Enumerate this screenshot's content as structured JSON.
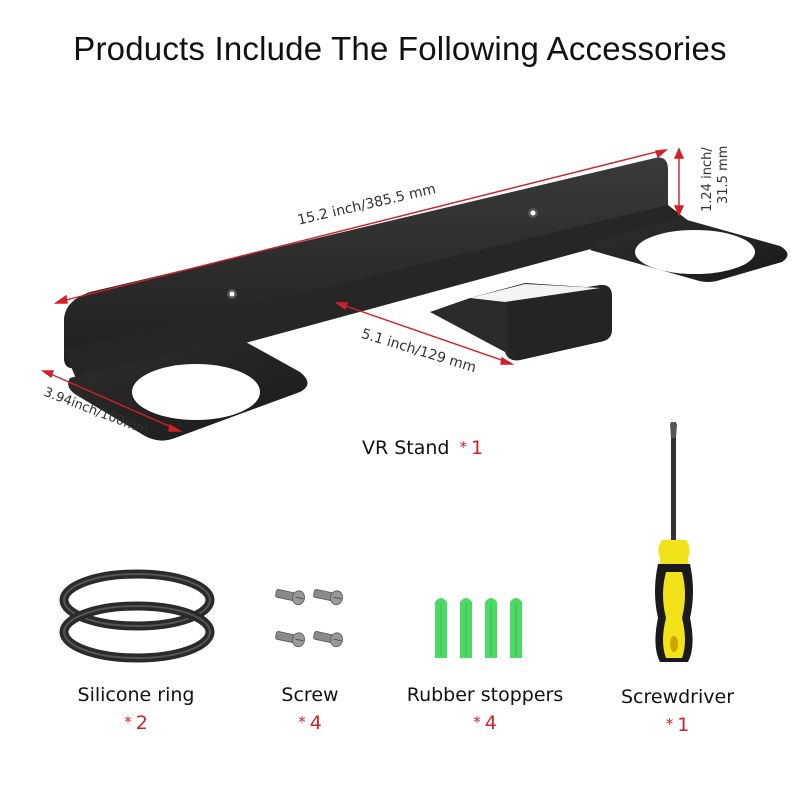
{
  "header": {
    "title": "Products Include The Following Accessories"
  },
  "main_product": {
    "name": "VR Stand",
    "quantity_symbol": "*",
    "quantity": "1",
    "dimensions": {
      "length": "15.2 inch/385.5 mm",
      "height_line1": "1.24 inch/",
      "height_line2": "31.5 mm",
      "hook_depth": "5.1 inch/129 mm",
      "arm_width": "3.94inch/100mm"
    },
    "color": "#2b2b2b",
    "dimension_line_color": "#d0202a"
  },
  "accessories": [
    {
      "name": "Silicone ring",
      "quantity_symbol": "*",
      "quantity": "2",
      "icon": "silicone-ring-icon"
    },
    {
      "name": "Screw",
      "quantity_symbol": "*",
      "quantity": "4",
      "icon": "screw-icon"
    },
    {
      "name": "Rubber stoppers",
      "quantity_symbol": "*",
      "quantity": "4",
      "icon": "rubber-stopper-icon"
    },
    {
      "name": "Screwdriver",
      "quantity_symbol": "*",
      "quantity": "1",
      "icon": "screwdriver-icon"
    }
  ],
  "colors": {
    "quantity_red": "#d0202a",
    "stopper_green": "#4cd964",
    "screwdriver_yellow": "#f2e21a",
    "metal_dark": "#2b2b2b"
  }
}
